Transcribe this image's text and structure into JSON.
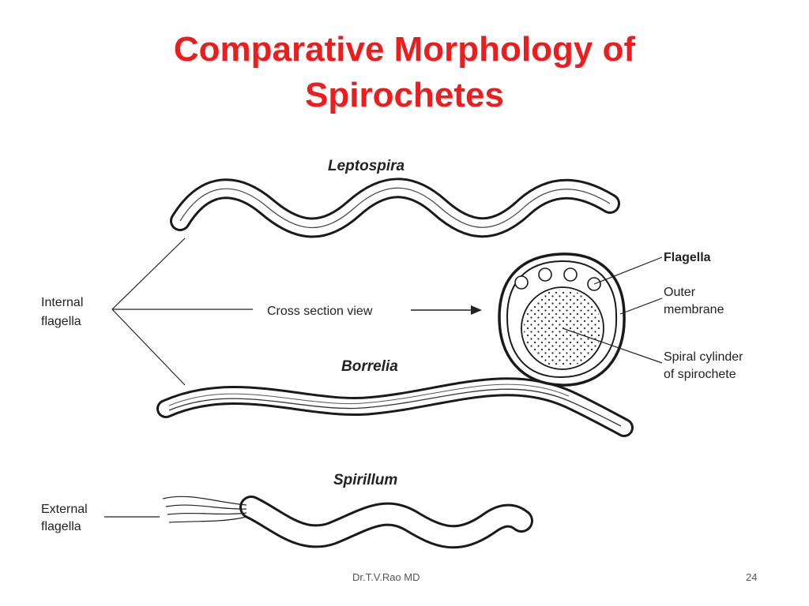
{
  "title": {
    "line1": "Comparative Morphology of",
    "line2": "Spirochetes"
  },
  "diagram": {
    "leptospira": "Leptospira",
    "borrelia": "Borrelia",
    "spirillum": "Spirillum",
    "internal_flagella": [
      "Internal",
      "flagella"
    ],
    "external_flagella": [
      "External",
      "flagella"
    ],
    "cross_section": "Cross section view",
    "flagella": "Flagella",
    "outer_membrane": [
      "Outer",
      "membrane"
    ],
    "spiral_cylinder": [
      "Spiral cylinder",
      "of spirochete"
    ]
  },
  "footer": {
    "author": "Dr.T.V.Rao MD",
    "page": "24"
  }
}
